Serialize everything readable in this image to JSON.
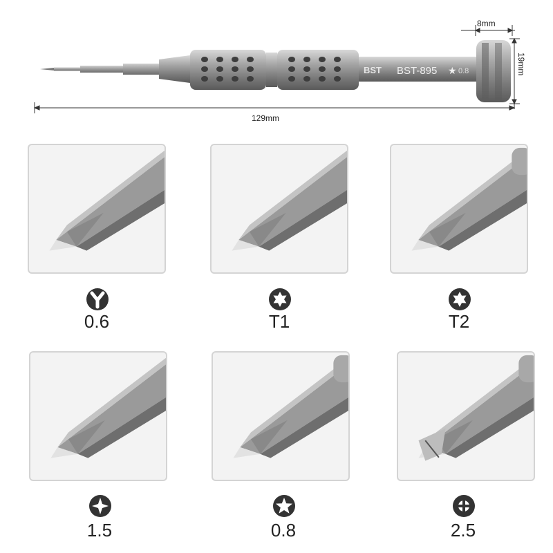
{
  "product": {
    "brand": "BST",
    "model": "BST-895",
    "marking": "0.8"
  },
  "dimensions": {
    "head_width": "8mm",
    "head_height": "19mm",
    "total_length": "129mm"
  },
  "tips": [
    {
      "icon": "y-tip-icon",
      "label": "0.6"
    },
    {
      "icon": "torx-icon",
      "label": "T1"
    },
    {
      "icon": "torx-icon",
      "label": "T2"
    },
    {
      "icon": "phillips-icon",
      "label": "1.5"
    },
    {
      "icon": "star-icon",
      "label": "0.8"
    },
    {
      "icon": "tri-wing-icon",
      "label": "2.5"
    }
  ],
  "colors": {
    "metal": "#8f8f8f",
    "icon": "#333333",
    "frame": "#d4d4d4"
  }
}
